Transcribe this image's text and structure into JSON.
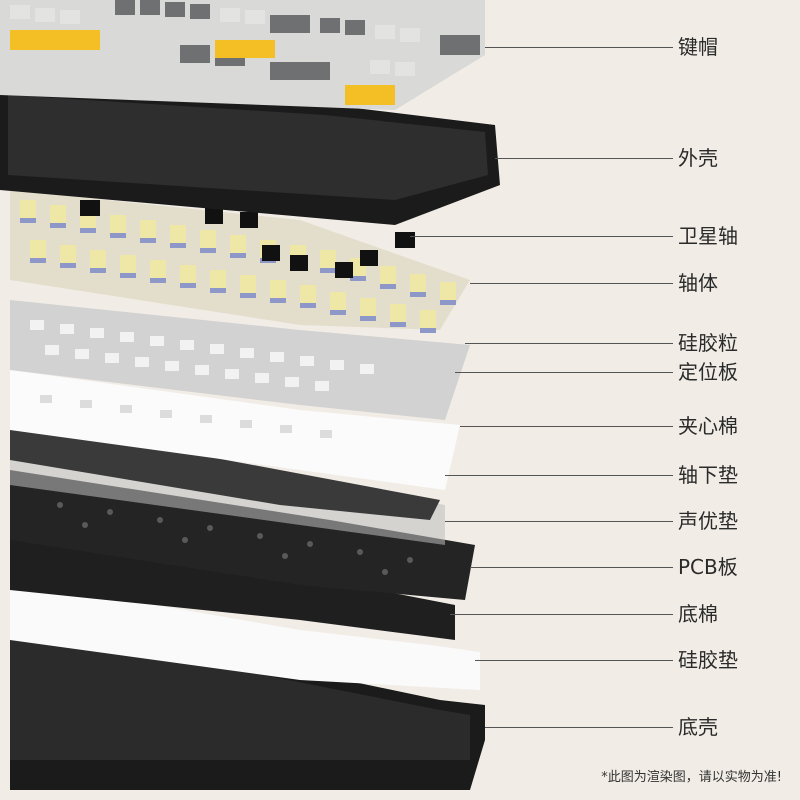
{
  "layers": [
    {
      "label": "键帽"
    },
    {
      "label": "外壳"
    },
    {
      "label": "卫星轴"
    },
    {
      "label": "轴体"
    },
    {
      "label": "硅胶粒"
    },
    {
      "label": "定位板"
    },
    {
      "label": "夹心棉"
    },
    {
      "label": "轴下垫"
    },
    {
      "label": "声优垫"
    },
    {
      "label": "PCB板"
    },
    {
      "label": "底棉"
    },
    {
      "label": "硅胶垫"
    },
    {
      "label": "底壳"
    }
  ],
  "disclaimer": "*此图为渲染图，请以实物为准!",
  "colors": {
    "background": "#f1ede6",
    "keycap_light": "#e3e3e1",
    "keycap_dark": "#6f7072",
    "keycap_accent": "#f3bf24",
    "case_black": "#1b1b1b",
    "switch_yellow": "#efe7a6",
    "switch_base": "#8d97c8",
    "plate_silver": "#d2d2d2",
    "foam_white": "#fbfbfb",
    "pcb_black": "#242424"
  }
}
